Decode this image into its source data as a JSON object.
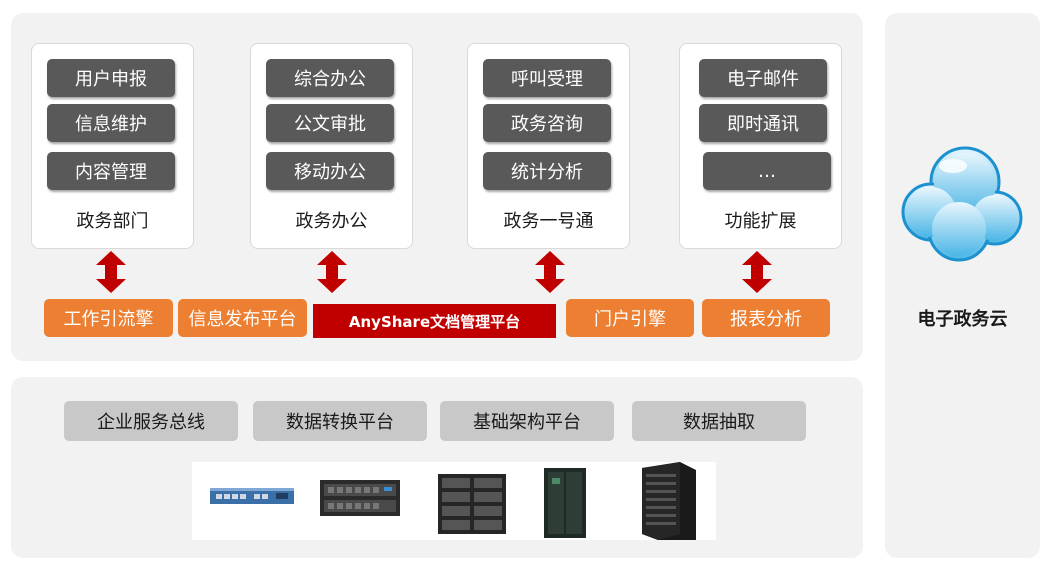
{
  "cards": [
    {
      "items": [
        "用户申报",
        "信息维护",
        "内容管理"
      ],
      "label": "政务部门"
    },
    {
      "items": [
        "综合办公",
        "公文审批",
        "移动办公"
      ],
      "label": "政务办公"
    },
    {
      "items": [
        "呼叫受理",
        "政务咨询",
        "统计分析"
      ],
      "label": "政务一号通"
    },
    {
      "items": [
        "电子邮件",
        "即时通讯",
        "…"
      ],
      "label": "功能扩展"
    }
  ],
  "platform_row": {
    "workflow": "工作引流擎",
    "publish": "信息发布平台",
    "anyshare": "AnyShare文档管理平台",
    "portal": "门户引擎",
    "report": "报表分析"
  },
  "infrastructure": [
    "企业服务总线",
    "数据转换平台",
    "基础架构平台",
    "数据抽取"
  ],
  "hardware_icons": [
    "network-switch-icon",
    "rack-server-icon",
    "storage-array-icon",
    "tower-server-icon",
    "server-cabinet-icon"
  ],
  "cloud": {
    "title": "电子政务云",
    "icon": "cloud-icon"
  },
  "colors": {
    "orange": "#ec7f31",
    "red": "#c00000",
    "dark_gray": "#595959",
    "light_gray": "#c8c8c8",
    "arrow": "#c00000"
  }
}
